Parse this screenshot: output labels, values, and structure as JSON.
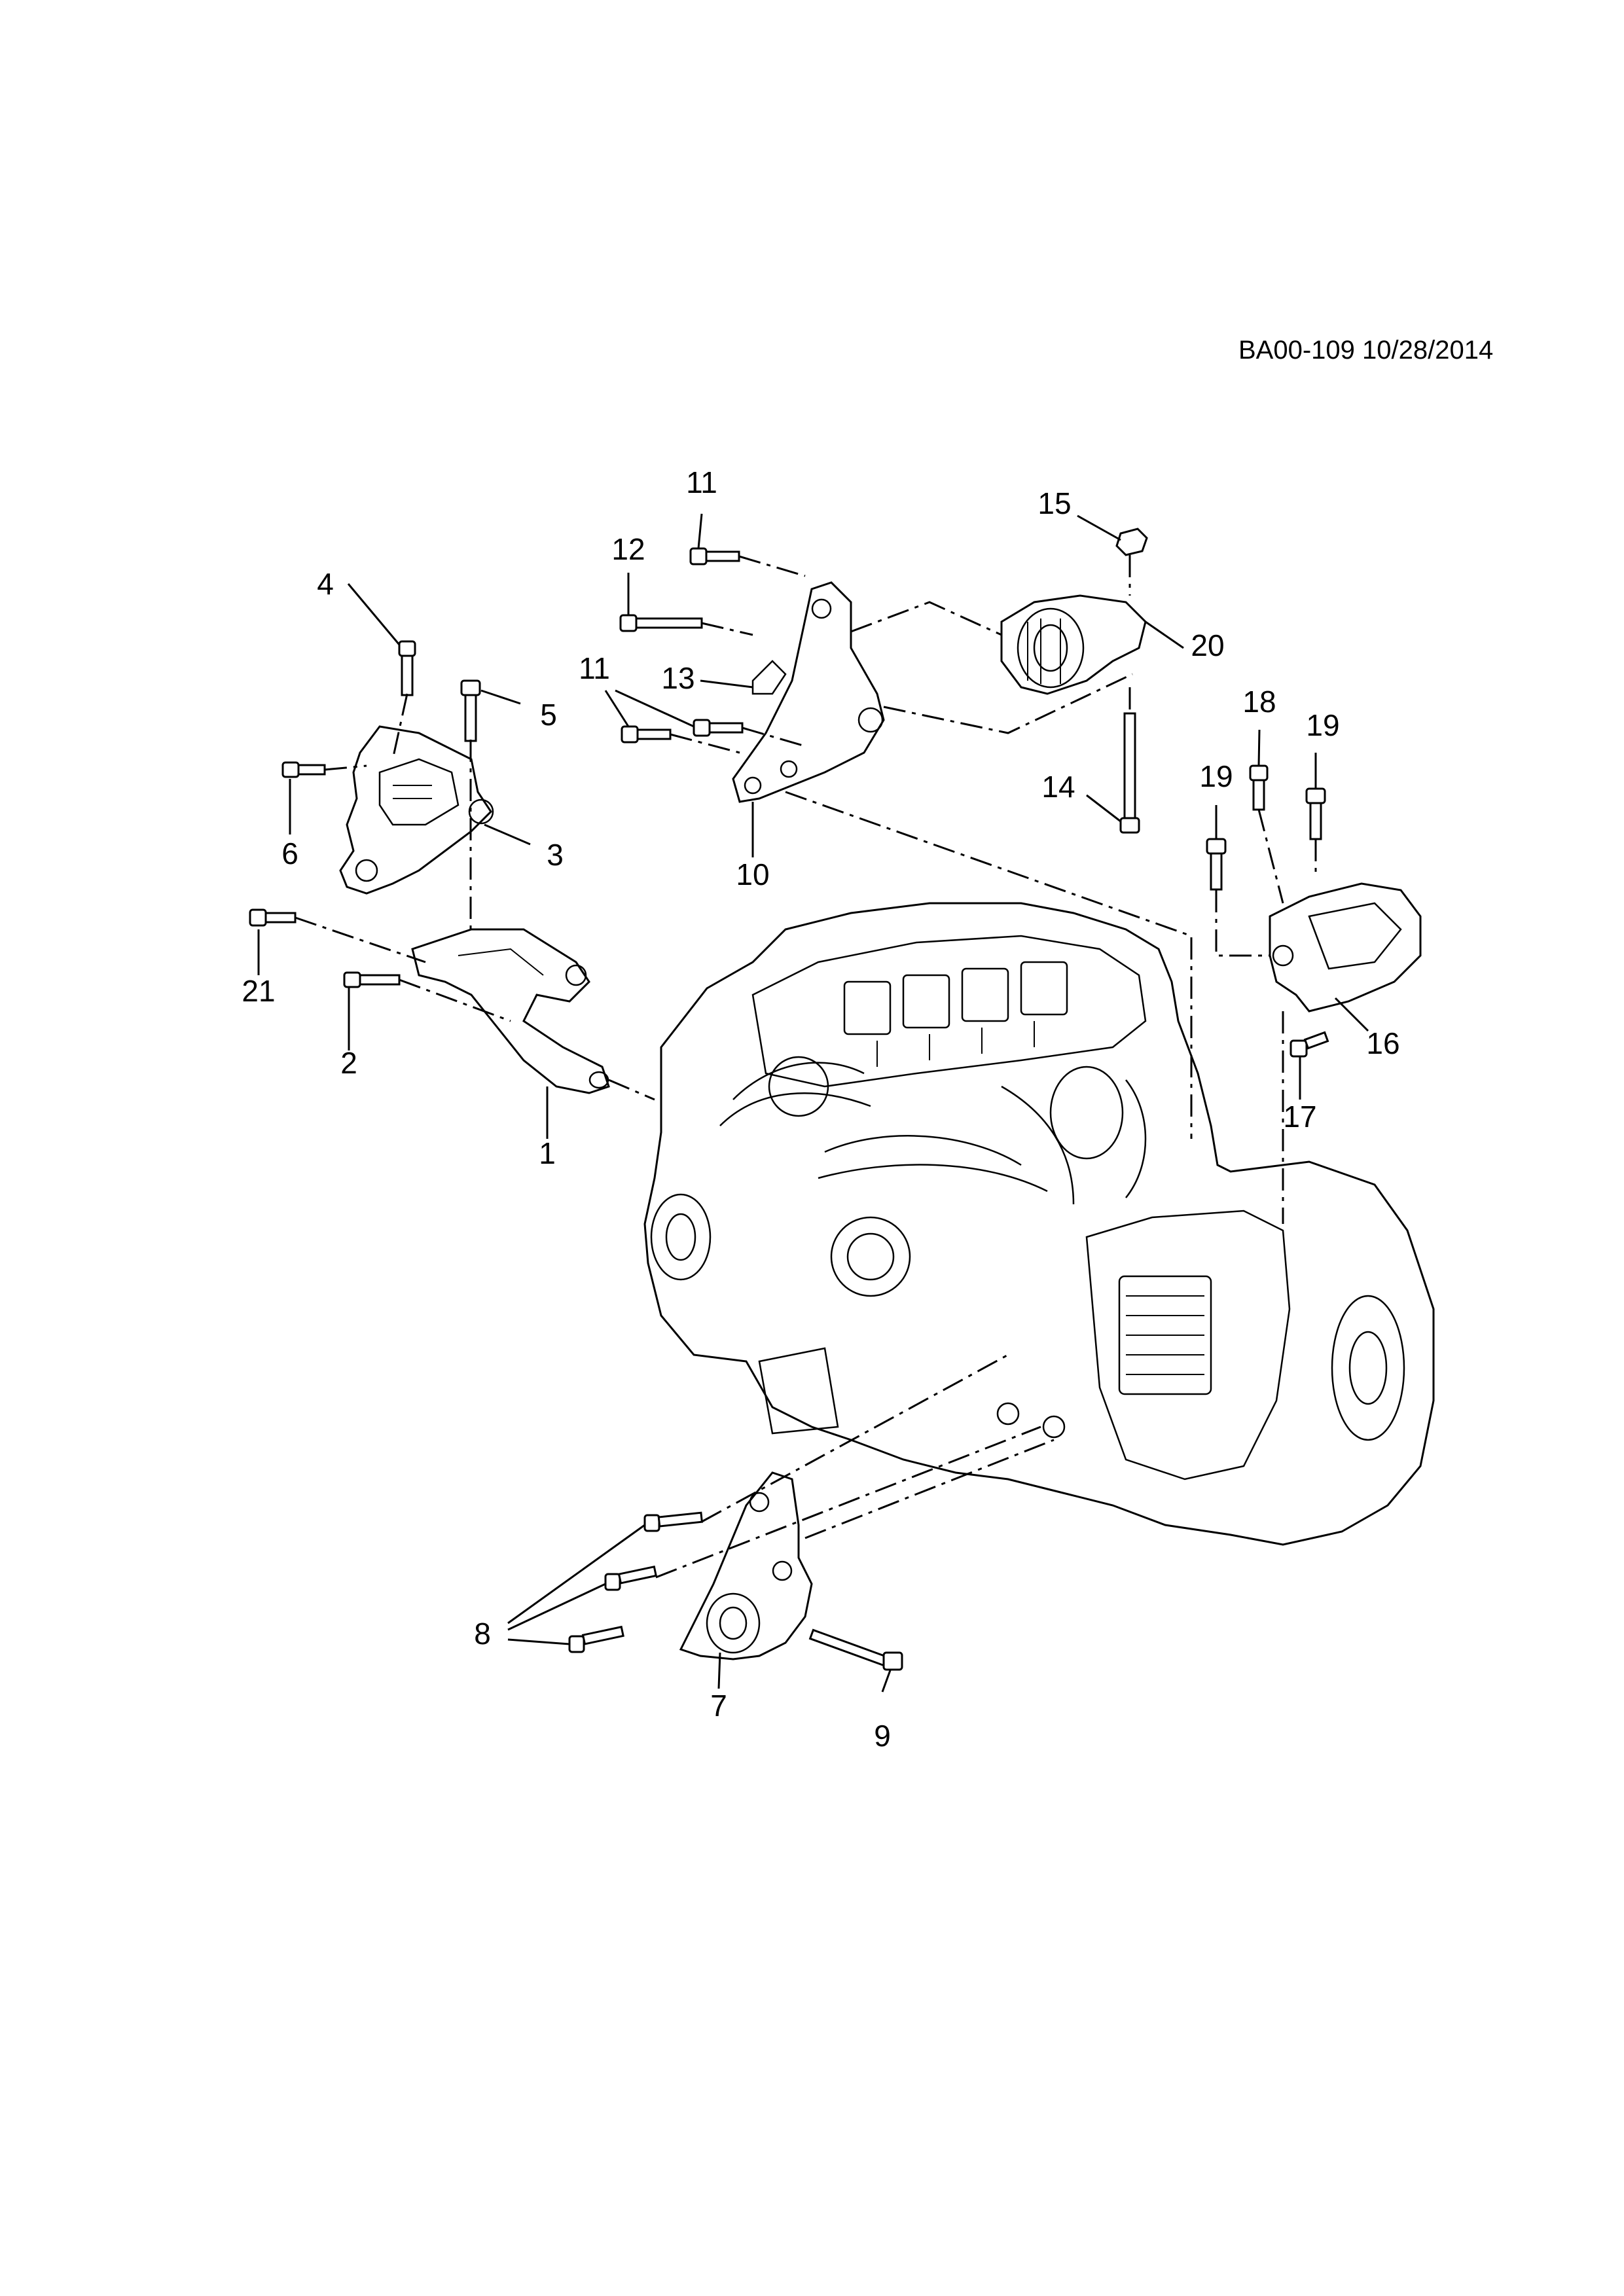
{
  "diagram": {
    "reference": "BA00-109 10/28/2014",
    "callouts": {
      "c1": "1",
      "c2": "2",
      "c3": "3",
      "c4": "4",
      "c5": "5",
      "c6": "6",
      "c7": "7",
      "c8": "8",
      "c9": "9",
      "c10": "10",
      "c11a": "11",
      "c11b": "11",
      "c12": "12",
      "c13": "13",
      "c14": "14",
      "c15": "15",
      "c16": "16",
      "c17": "17",
      "c18": "18",
      "c19a": "19",
      "c19b": "19",
      "c20": "20",
      "c21": "21"
    }
  }
}
